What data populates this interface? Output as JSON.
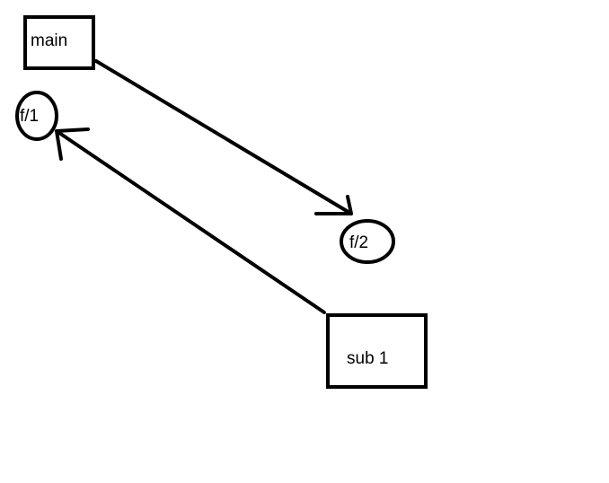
{
  "diagram": {
    "nodes": {
      "main": {
        "label": "main"
      },
      "f1": {
        "label": "f/1"
      },
      "f2": {
        "label": "f/2"
      },
      "sub1": {
        "label": "sub 1"
      }
    },
    "edges": [
      {
        "from": "main",
        "to": "f2"
      },
      {
        "from": "sub1",
        "to": "f1"
      }
    ],
    "colors": {
      "stroke": "#000000",
      "background": "#ffffff"
    }
  }
}
